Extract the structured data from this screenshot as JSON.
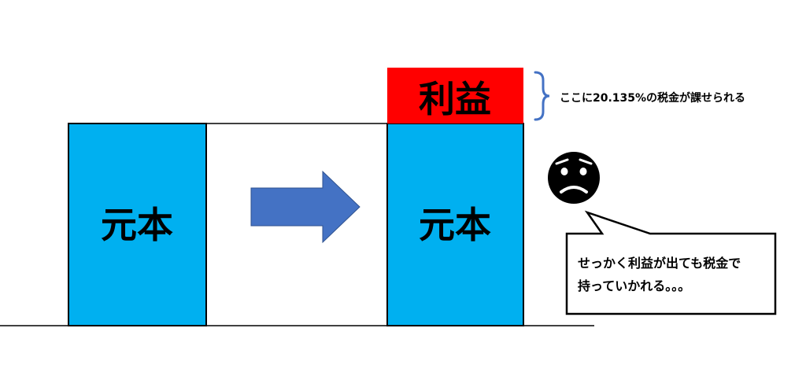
{
  "left_block": {
    "label": "元本"
  },
  "right_block": {
    "label": "元本"
  },
  "profit_block": {
    "label": "利益"
  },
  "tax_note": "ここに20.135%の税金が課せられる",
  "speech_bubble": {
    "line1": "せっかく利益が出ても税金で",
    "line2": "持っていかれる。。。"
  },
  "colors": {
    "principal": "#00b0f0",
    "profit": "#ff0000",
    "arrow": "#4472c4",
    "brace": "#4472c4"
  },
  "icons": {
    "arrow": "right-arrow-icon",
    "face": "worried-face-icon"
  }
}
